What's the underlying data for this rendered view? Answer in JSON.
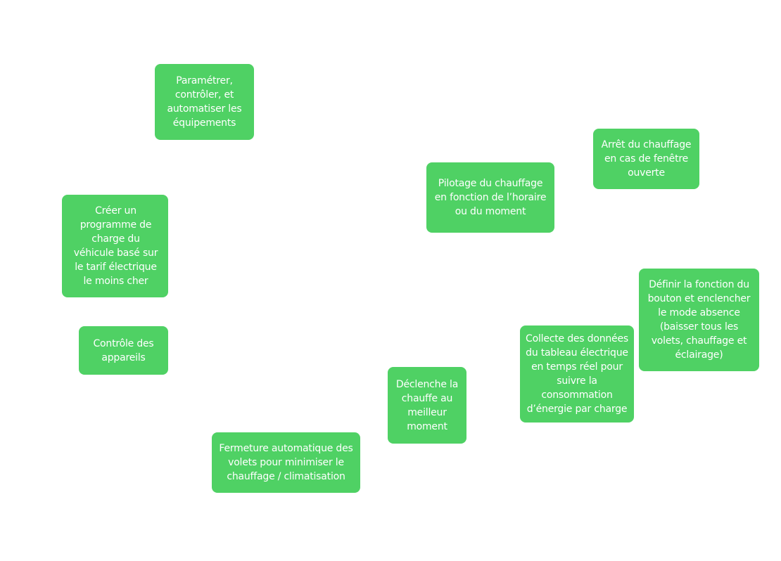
{
  "diagram": {
    "fill_color": "#4fd164",
    "text_color": "#ffffff",
    "background": "#ffffff",
    "nodes": {
      "parametrer": "Paramétrer, contrôler, et automatiser les équipements",
      "arret": "Arrêt du chauffage en cas de fenêtre ouverte",
      "pilotage": "Pilotage du chauffage en fonction de l’horaire ou du moment",
      "creer": "Créer un programme de charge du véhicule basé sur le tarif électrique le moins cher",
      "definir": "Définir la fonction du bouton et enclencher le mode absence (baisser tous les volets, chauffage et éclairage)",
      "collecte": "Collecte des données du tableau électrique en temps réel pour suivre la consommation d’énergie par charge",
      "controle": "Contrôle des appareils",
      "declenche": "Déclenche la chauffe au meilleur moment",
      "fermeture": "Fermeture automatique des volets pour minimiser le chauffage / climatisation"
    }
  }
}
